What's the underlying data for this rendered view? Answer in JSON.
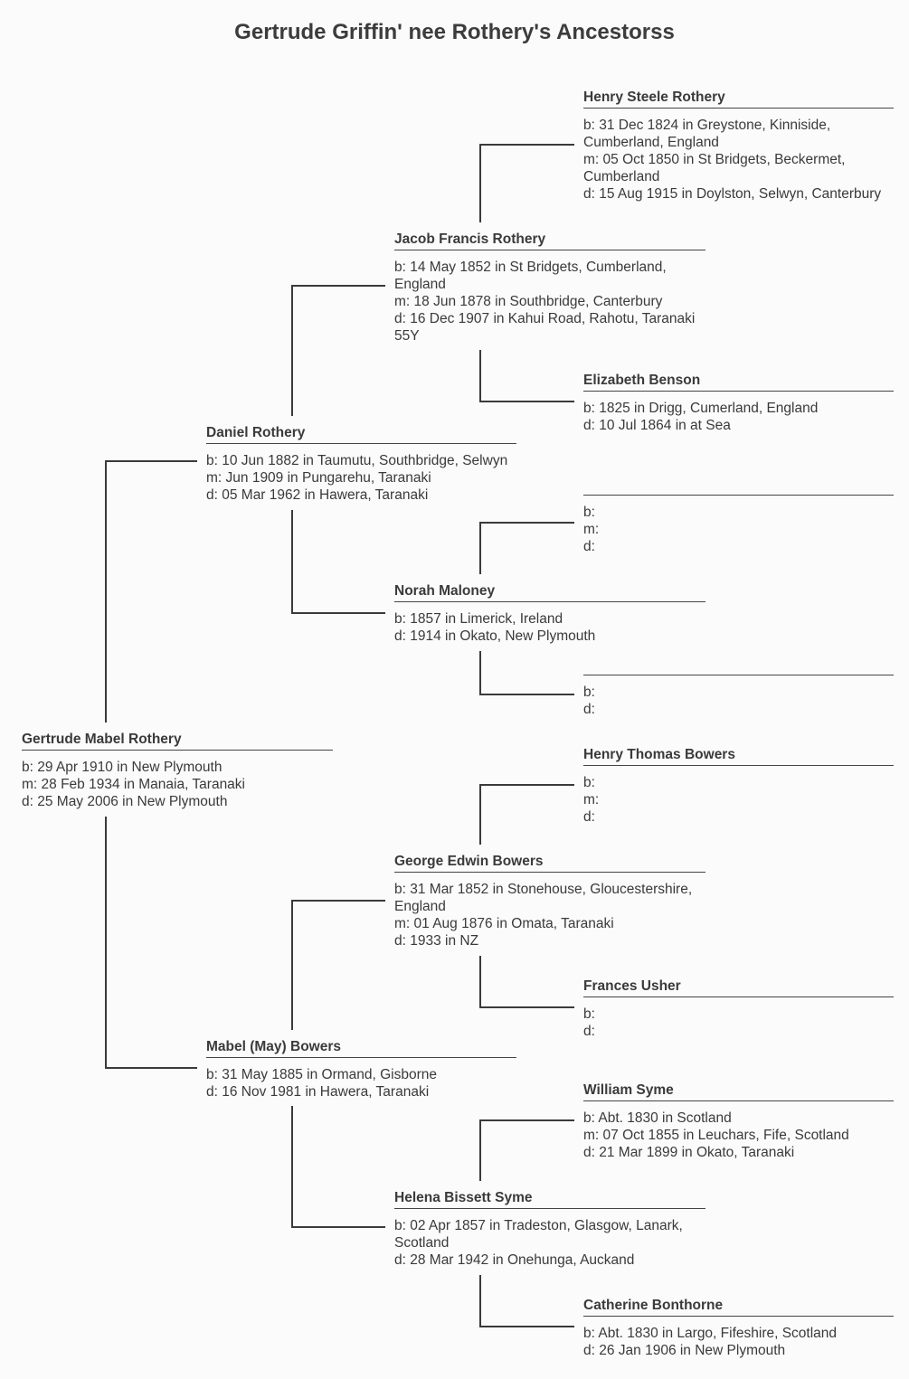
{
  "title": "Gertrude Griffin' nee Rothery's  Ancestorss",
  "people": {
    "gertrude": {
      "name": "Gertrude Mabel Rothery",
      "b": "b: 29 Apr 1910 in New Plymouth",
      "m": "m: 28 Feb 1934 in Manaia, Taranaki",
      "d": "d: 25 May 2006 in New Plymouth"
    },
    "daniel": {
      "name": "Daniel Rothery",
      "b": "b: 10 Jun 1882 in Taumutu, Southbridge, Selwyn",
      "m": "m: Jun 1909 in Pungarehu, Taranaki",
      "d": "d: 05 Mar 1962 in Hawera, Taranaki"
    },
    "mabel": {
      "name": "Mabel (May) Bowers",
      "b": "b: 31 May 1885 in Ormand, Gisborne",
      "d": "d: 16 Nov 1981 in Hawera, Taranaki"
    },
    "jacob": {
      "name": "Jacob Francis Rothery",
      "b": "b: 14 May 1852 in St Bridgets, Cumberland, England",
      "m": "m: 18 Jun 1878 in Southbridge, Canterbury",
      "d": "d: 16 Dec 1907 in Kahui Road, Rahotu, Taranaki 55Y"
    },
    "norah": {
      "name": "Norah Maloney",
      "b": "b: 1857 in Limerick, Ireland",
      "d": "d: 1914 in Okato, New Plymouth"
    },
    "george": {
      "name": "George Edwin Bowers",
      "b": "b: 31 Mar 1852 in Stonehouse, Gloucestershire, England",
      "m": "m: 01 Aug 1876 in Omata, Taranaki",
      "d": "d: 1933 in NZ"
    },
    "helena": {
      "name": "Helena Bissett Syme",
      "b": "b: 02 Apr 1857 in Tradeston, Glasgow, Lanark, Scotland",
      "d": "d: 28 Mar 1942 in Onehunga, Auckand"
    },
    "henry_steele": {
      "name": "Henry Steele Rothery",
      "b": "b: 31 Dec 1824 in Greystone, Kinniside, Cumberland, England",
      "m": "m: 05 Oct 1850 in St Bridgets, Beckermet, Cumberland",
      "d": "d: 15 Aug 1915 in Doylston, Selwyn, Canterbury"
    },
    "elizabeth": {
      "name": "Elizabeth Benson",
      "b": "b: 1825 in Drigg, Cumerland, England",
      "d": "d: 10 Jul 1864 in at Sea"
    },
    "unknown_father": {
      "name": "",
      "b": "b:",
      "m": "m:",
      "d": "d:"
    },
    "unknown_mother": {
      "name": "",
      "b": "b:",
      "d": "d:"
    },
    "henry_thomas": {
      "name": "Henry Thomas Bowers",
      "b": "b:",
      "m": "m:",
      "d": "d:"
    },
    "frances": {
      "name": "Frances Usher",
      "b": "b:",
      "d": "d:"
    },
    "william": {
      "name": "William Syme",
      "b": "b: Abt. 1830 in Scotland",
      "m": "m: 07 Oct 1855 in Leuchars, Fife, Scotland",
      "d": "d: 21 Mar 1899 in Okato, Taranaki"
    },
    "catherine": {
      "name": "Catherine Bonthorne",
      "b": "b: Abt. 1830 in Largo, Fifeshire, Scotland",
      "d": "d: 26 Jan 1906 in New Plymouth"
    }
  }
}
